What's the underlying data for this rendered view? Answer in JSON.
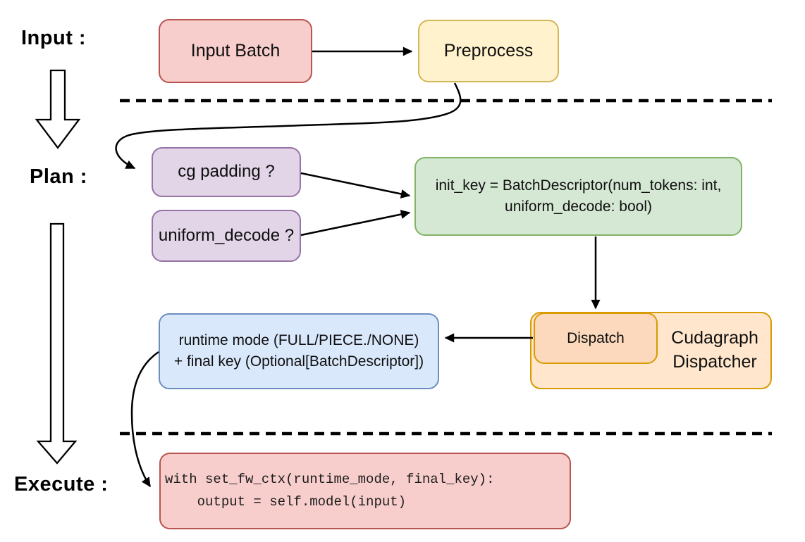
{
  "diagram": {
    "stages": {
      "input_label": "Input :",
      "plan_label": "Plan :",
      "execute_label": "Execute :"
    },
    "nodes": {
      "input_batch": {
        "label": "Input Batch",
        "color": "#f8cecc",
        "stroke": "#b85450"
      },
      "preprocess": {
        "label": "Preprocess",
        "color": "#fff2cc",
        "stroke": "#d6b656"
      },
      "cg_padding": {
        "label": "cg padding ?",
        "color": "#e1d5e7",
        "stroke": "#9673a6"
      },
      "uniform_decode": {
        "label": "uniform_decode ?",
        "color": "#e1d5e7",
        "stroke": "#9673a6"
      },
      "init_key": {
        "lines": [
          "init_key = BatchDescriptor(num_tokens: int,",
          "uniform_decode: bool)"
        ],
        "color": "#d5e8d4",
        "stroke": "#82b366"
      },
      "cudagraph_dispatcher": {
        "label": "Cudagraph Dispatcher",
        "color": "#ffe6cc",
        "stroke": "#d79b00"
      },
      "dispatch": {
        "label": "Dispatch",
        "color": "#fcd9bc",
        "stroke": "#d79b00"
      },
      "runtime_mode": {
        "lines": [
          "runtime mode (FULL/PIECE./NONE)",
          "+ final key (Optional[BatchDescriptor])"
        ],
        "color": "#dae8fc",
        "stroke": "#6c8ebf"
      },
      "execute_code": {
        "lines": [
          "with set_fw_ctx(runtime_mode, final_key):",
          "    output = self.model(input)"
        ],
        "color": "#f8cecc",
        "stroke": "#b85450"
      }
    },
    "edges": [
      {
        "from": "input_batch",
        "to": "preprocess"
      },
      {
        "from": "preprocess",
        "to": "cg_padding"
      },
      {
        "from": "cg_padding",
        "to": "init_key"
      },
      {
        "from": "uniform_decode",
        "to": "init_key"
      },
      {
        "from": "init_key",
        "to": "dispatch"
      },
      {
        "from": "dispatch",
        "to": "runtime_mode"
      },
      {
        "from": "runtime_mode",
        "to": "execute_code"
      }
    ],
    "separators": 2,
    "line_color": "#000000"
  }
}
